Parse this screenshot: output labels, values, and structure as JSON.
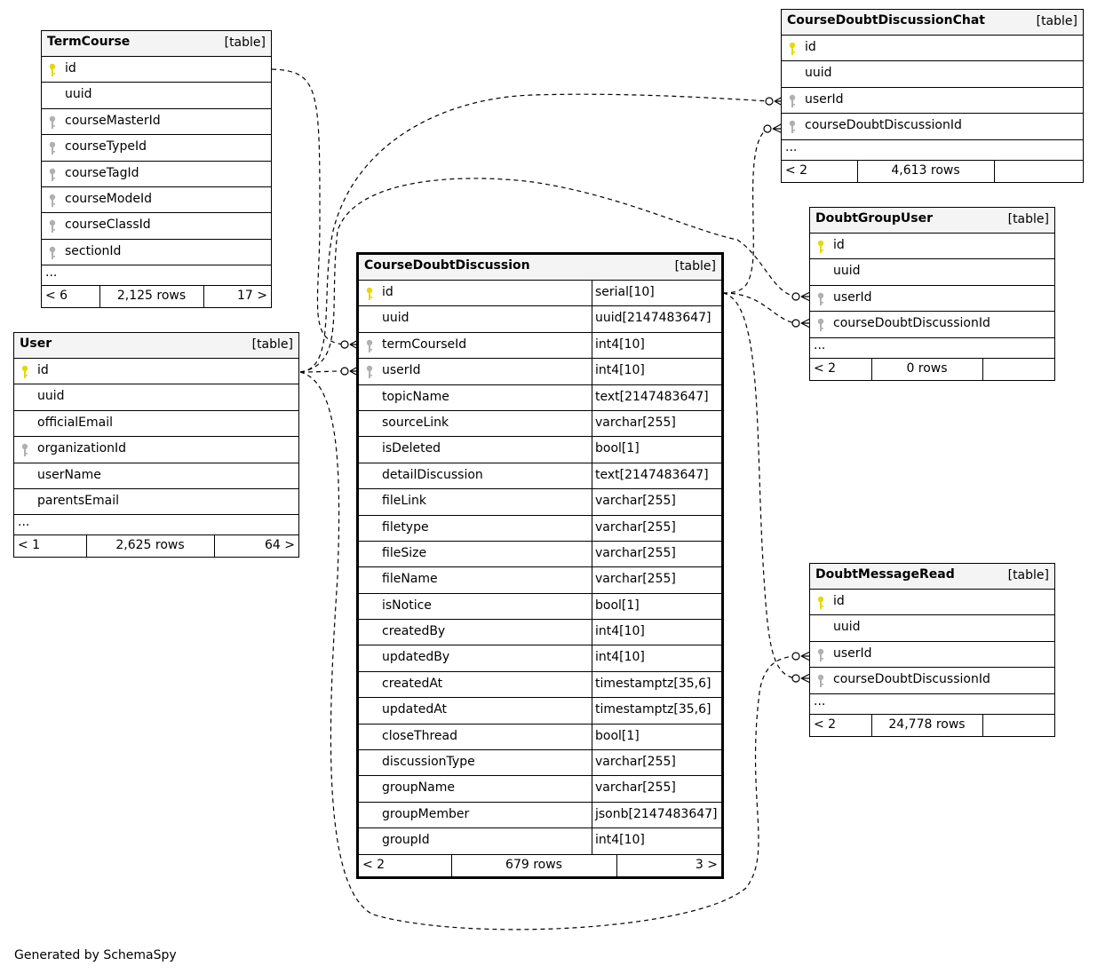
{
  "footer_text": "Generated by SchemaSpy",
  "colors": {
    "primary_key": "#e6d800",
    "foreign_key": "#b0b0b0",
    "header_bg": "#f4f4f4"
  },
  "tables": {
    "termcourse": {
      "name": "TermCourse",
      "tag": "[table]",
      "columns": [
        {
          "name": "id",
          "key": "primary"
        },
        {
          "name": "uuid",
          "key": "none"
        },
        {
          "name": "courseMasterId",
          "key": "foreign"
        },
        {
          "name": "courseTypeId",
          "key": "foreign"
        },
        {
          "name": "courseTagId",
          "key": "foreign"
        },
        {
          "name": "courseModeId",
          "key": "foreign"
        },
        {
          "name": "courseClassId",
          "key": "foreign"
        },
        {
          "name": "sectionId",
          "key": "foreign"
        }
      ],
      "ellipsis": "...",
      "footer": {
        "parents": "< 6",
        "rows": "2,125 rows",
        "children": "17 >"
      }
    },
    "user": {
      "name": "User",
      "tag": "[table]",
      "columns": [
        {
          "name": "id",
          "key": "primary"
        },
        {
          "name": "uuid",
          "key": "none"
        },
        {
          "name": "officialEmail",
          "key": "none"
        },
        {
          "name": "organizationId",
          "key": "foreign"
        },
        {
          "name": "userName",
          "key": "none"
        },
        {
          "name": "parentsEmail",
          "key": "none"
        }
      ],
      "ellipsis": "...",
      "footer": {
        "parents": "< 1",
        "rows": "2,625 rows",
        "children": "64 >"
      }
    },
    "coursedoubtdiscussion": {
      "name": "CourseDoubtDiscussion",
      "tag": "[table]",
      "columns": [
        {
          "name": "id",
          "type": "serial[10]",
          "key": "primary"
        },
        {
          "name": "uuid",
          "type": "uuid[2147483647]",
          "key": "none"
        },
        {
          "name": "termCourseId",
          "type": "int4[10]",
          "key": "foreign"
        },
        {
          "name": "userId",
          "type": "int4[10]",
          "key": "foreign"
        },
        {
          "name": "topicName",
          "type": "text[2147483647]",
          "key": "none"
        },
        {
          "name": "sourceLink",
          "type": "varchar[255]",
          "key": "none"
        },
        {
          "name": "isDeleted",
          "type": "bool[1]",
          "key": "none"
        },
        {
          "name": "detailDiscussion",
          "type": "text[2147483647]",
          "key": "none"
        },
        {
          "name": "fileLink",
          "type": "varchar[255]",
          "key": "none"
        },
        {
          "name": "filetype",
          "type": "varchar[255]",
          "key": "none"
        },
        {
          "name": "fileSize",
          "type": "varchar[255]",
          "key": "none"
        },
        {
          "name": "fileName",
          "type": "varchar[255]",
          "key": "none"
        },
        {
          "name": "isNotice",
          "type": "bool[1]",
          "key": "none"
        },
        {
          "name": "createdBy",
          "type": "int4[10]",
          "key": "none"
        },
        {
          "name": "updatedBy",
          "type": "int4[10]",
          "key": "none"
        },
        {
          "name": "createdAt",
          "type": "timestamptz[35,6]",
          "key": "none"
        },
        {
          "name": "updatedAt",
          "type": "timestamptz[35,6]",
          "key": "none"
        },
        {
          "name": "closeThread",
          "type": "bool[1]",
          "key": "none"
        },
        {
          "name": "discussionType",
          "type": "varchar[255]",
          "key": "none"
        },
        {
          "name": "groupName",
          "type": "varchar[255]",
          "key": "none"
        },
        {
          "name": "groupMember",
          "type": "jsonb[2147483647]",
          "key": "none"
        },
        {
          "name": "groupId",
          "type": "int4[10]",
          "key": "none"
        }
      ],
      "footer": {
        "parents": "< 2",
        "rows": "679 rows",
        "children": "3 >"
      }
    },
    "coursedoubtdiscussionchat": {
      "name": "CourseDoubtDiscussionChat",
      "tag": "[table]",
      "columns": [
        {
          "name": "id",
          "key": "primary"
        },
        {
          "name": "uuid",
          "key": "none"
        },
        {
          "name": "userId",
          "key": "foreign"
        },
        {
          "name": "courseDoubtDiscussionId",
          "key": "foreign"
        }
      ],
      "ellipsis": "...",
      "footer": {
        "parents": "< 2",
        "rows": "4,613 rows",
        "children": ""
      }
    },
    "doubtgroupuser": {
      "name": "DoubtGroupUser",
      "tag": "[table]",
      "columns": [
        {
          "name": "id",
          "key": "primary"
        },
        {
          "name": "uuid",
          "key": "none"
        },
        {
          "name": "userId",
          "key": "foreign"
        },
        {
          "name": "courseDoubtDiscussionId",
          "key": "foreign"
        }
      ],
      "ellipsis": "...",
      "footer": {
        "parents": "< 2",
        "rows": "0 rows",
        "children": ""
      }
    },
    "doubtmessageread": {
      "name": "DoubtMessageRead",
      "tag": "[table]",
      "columns": [
        {
          "name": "id",
          "key": "primary"
        },
        {
          "name": "uuid",
          "key": "none"
        },
        {
          "name": "userId",
          "key": "foreign"
        },
        {
          "name": "courseDoubtDiscussionId",
          "key": "foreign"
        }
      ],
      "ellipsis": "...",
      "footer": {
        "parents": "< 2",
        "rows": "24,778 rows",
        "children": ""
      }
    }
  },
  "relationships": [
    {
      "from": "TermCourse.id",
      "to": "CourseDoubtDiscussion.termCourseId"
    },
    {
      "from": "User.id",
      "to": "CourseDoubtDiscussion.userId"
    },
    {
      "from": "User.id",
      "to": "CourseDoubtDiscussionChat.userId"
    },
    {
      "from": "User.id",
      "to": "DoubtGroupUser.userId"
    },
    {
      "from": "User.id",
      "to": "DoubtMessageRead.userId"
    },
    {
      "from": "CourseDoubtDiscussion.id",
      "to": "CourseDoubtDiscussionChat.courseDoubtDiscussionId"
    },
    {
      "from": "CourseDoubtDiscussion.id",
      "to": "DoubtGroupUser.courseDoubtDiscussionId"
    },
    {
      "from": "CourseDoubtDiscussion.id",
      "to": "DoubtMessageRead.courseDoubtDiscussionId"
    }
  ]
}
